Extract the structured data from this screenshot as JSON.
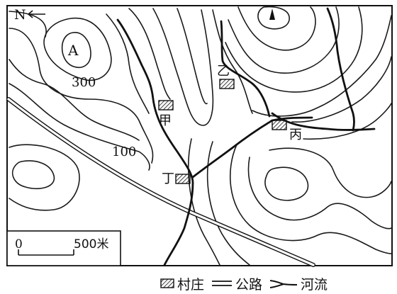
{
  "north_label": "N",
  "peak_label": "A",
  "contour_labels": [
    "300",
    "100"
  ],
  "villages": [
    {
      "name": "甲"
    },
    {
      "name": "乙"
    },
    {
      "name": "丙"
    },
    {
      "name": "丁"
    }
  ],
  "scale": {
    "start": "0",
    "end": "500米"
  },
  "legend": {
    "village": "村庄",
    "road": "公路",
    "river": "河流"
  },
  "colors": {
    "ink": "#111111",
    "background": "#ffffff"
  }
}
